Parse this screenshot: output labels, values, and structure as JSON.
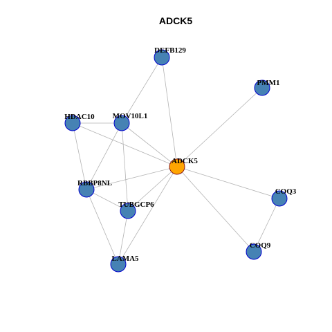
{
  "title": "ADCK5",
  "colors": {
    "background": "#ffffff",
    "center_node_fill": "#FFA500",
    "center_node_stroke": "#8B1A1A",
    "node_fill": "#4682B4",
    "node_stroke": "#0000CD",
    "edge": "#B3B3B3"
  },
  "nodes": [
    {
      "id": "ADCK5",
      "label": "ADCK5",
      "center": true
    },
    {
      "id": "DEFB129",
      "label": "DEFB129"
    },
    {
      "id": "PMM1",
      "label": "PMM1"
    },
    {
      "id": "HDAC10",
      "label": "HDAC10"
    },
    {
      "id": "MOV10L1",
      "label": "MOV10L1"
    },
    {
      "id": "RBBP8NL",
      "label": "RBBP8NL"
    },
    {
      "id": "TUBGCP6",
      "label": "TUBGCP6"
    },
    {
      "id": "COQ3",
      "label": "COQ3"
    },
    {
      "id": "COQ9",
      "label": "COQ9"
    },
    {
      "id": "LAMA5",
      "label": "LAMA5"
    }
  ],
  "edges": [
    [
      "ADCK5",
      "DEFB129"
    ],
    [
      "ADCK5",
      "PMM1"
    ],
    [
      "ADCK5",
      "HDAC10"
    ],
    [
      "ADCK5",
      "MOV10L1"
    ],
    [
      "ADCK5",
      "RBBP8NL"
    ],
    [
      "ADCK5",
      "TUBGCP6"
    ],
    [
      "ADCK5",
      "COQ3"
    ],
    [
      "ADCK5",
      "COQ9"
    ],
    [
      "ADCK5",
      "LAMA5"
    ],
    [
      "DEFB129",
      "MOV10L1"
    ],
    [
      "HDAC10",
      "MOV10L1"
    ],
    [
      "HDAC10",
      "RBBP8NL"
    ],
    [
      "MOV10L1",
      "RBBP8NL"
    ],
    [
      "MOV10L1",
      "TUBGCP6"
    ],
    [
      "RBBP8NL",
      "TUBGCP6"
    ],
    [
      "RBBP8NL",
      "LAMA5"
    ],
    [
      "TUBGCP6",
      "LAMA5"
    ],
    [
      "COQ3",
      "COQ9"
    ]
  ]
}
